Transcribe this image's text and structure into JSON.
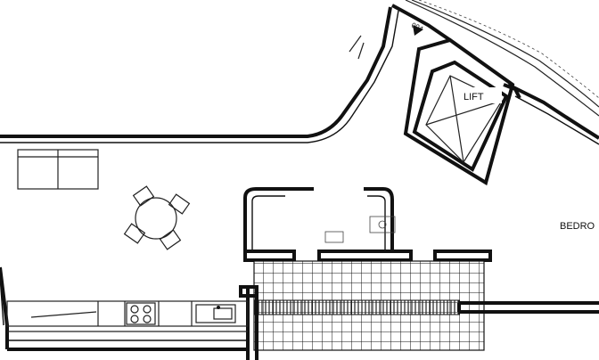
{
  "plan": {
    "labels": {
      "lift": "LIFT",
      "bedroom": "BEDRO",
      "stair_number": "004"
    },
    "colors": {
      "line": "#111111",
      "background": "#ffffff"
    }
  }
}
